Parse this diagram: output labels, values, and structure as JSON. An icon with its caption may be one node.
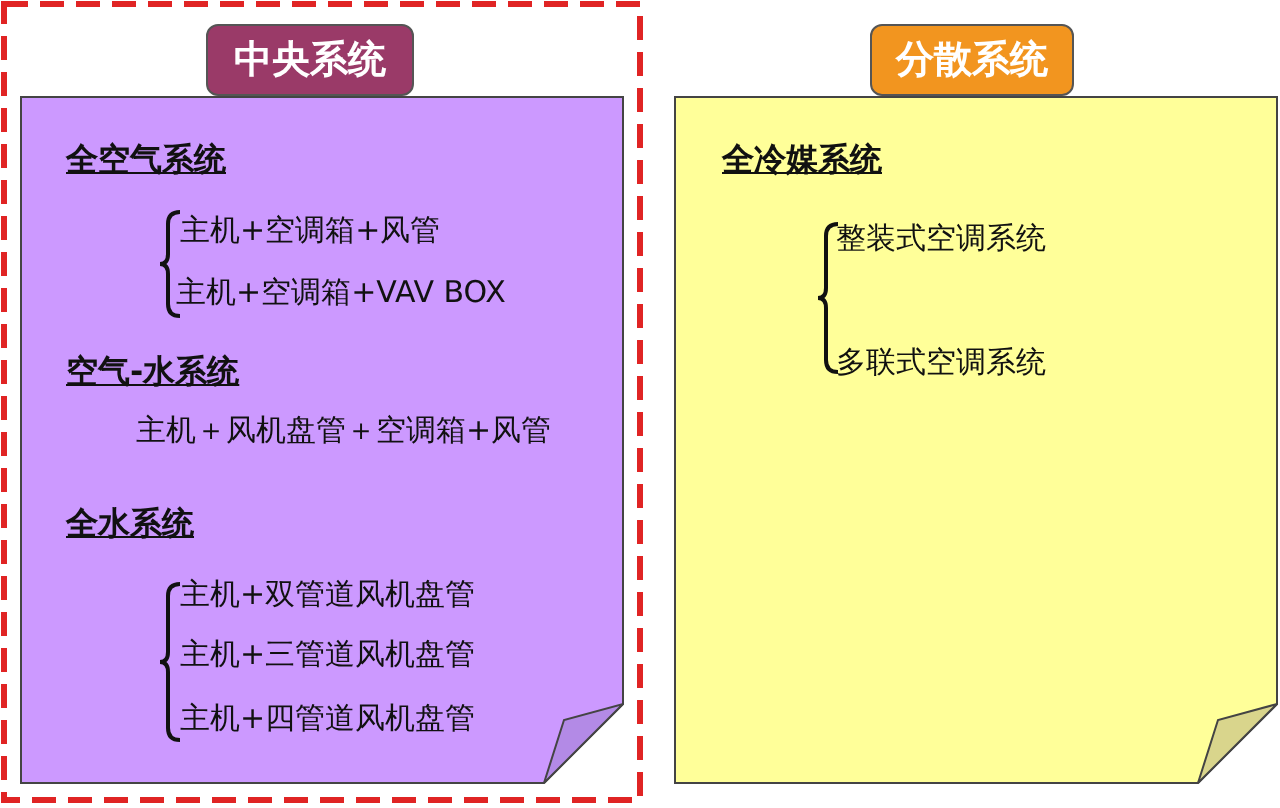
{
  "diagram": {
    "nodes": [
      {
        "text": [
          "中央系统"
        ]
      },
      {
        "text": [
          "全空气系统",
          "主机+空调箱+风管",
          "主机+空调箱+VAV BOX",
          "空气-水系统",
          "主机＋风机盘管＋空调箱+风管",
          "全水系统",
          "主机+双管道风机盘管",
          "主机+三管道风机盘管",
          "主机+四管道风机盘管"
        ]
      },
      {
        "text": [
          "分散系统"
        ]
      },
      {
        "text": [
          "全冷媒系统",
          "整装式空调系统",
          "多联式空调系统"
        ]
      }
    ]
  }
}
